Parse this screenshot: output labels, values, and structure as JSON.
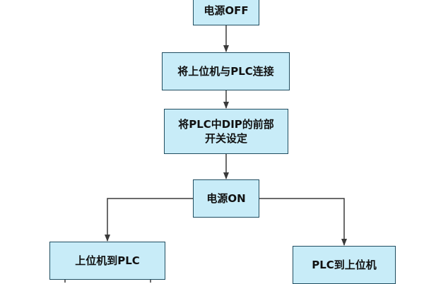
{
  "flowchart": {
    "colors": {
      "box_fill": "#c8ecf8",
      "box_border": "#1f4d60",
      "arrow": "#3a3a3a",
      "text": "#111111"
    },
    "nodes": [
      {
        "id": "power-off",
        "label": "电源OFF"
      },
      {
        "id": "connect",
        "label": "将上位机与PLC连接"
      },
      {
        "id": "dip",
        "label": "将PLC中DIP的前部\n开关设定"
      },
      {
        "id": "power-on",
        "label": "电源ON"
      },
      {
        "id": "host-to-plc",
        "label": "上位机到PLC"
      },
      {
        "id": "plc-to-host",
        "label": "PLC到上位机"
      }
    ],
    "edges": [
      {
        "from": "power-off",
        "to": "connect"
      },
      {
        "from": "connect",
        "to": "dip"
      },
      {
        "from": "dip",
        "to": "power-on"
      },
      {
        "from": "power-on",
        "to": "host-to-plc"
      },
      {
        "from": "power-on",
        "to": "plc-to-host"
      }
    ]
  }
}
